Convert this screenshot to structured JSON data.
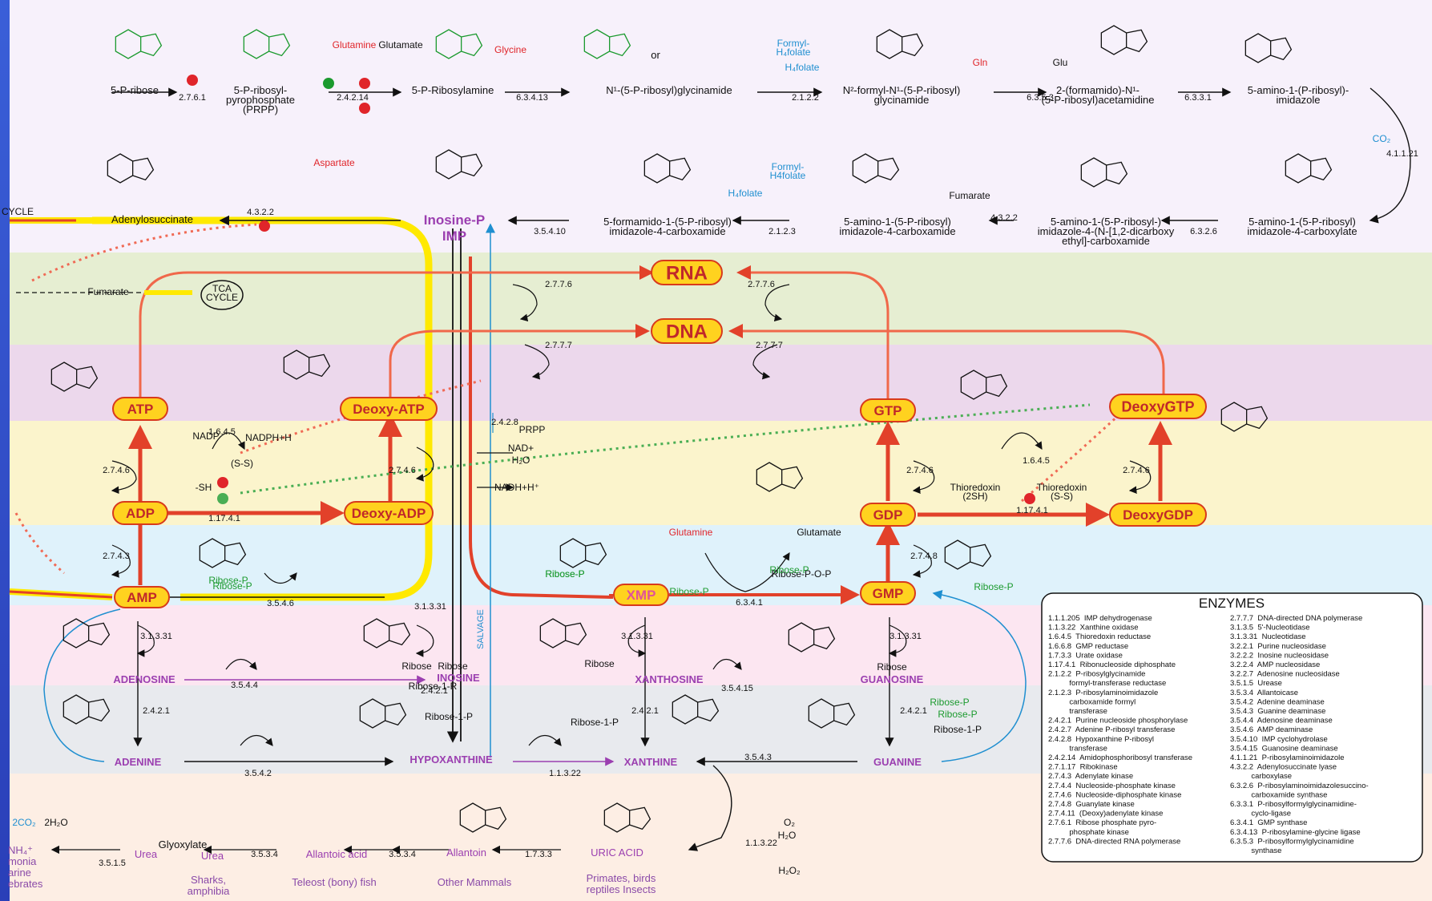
{
  "labels": {
    "top": [
      "5-P-ribose",
      "5-P-ribosyl-\npyrophosphate\n(PRPP)",
      "5-P-Ribosylamine",
      "N¹-(5-P-ribosyl)glycinamide",
      "or",
      "N²-formyl-N¹-(5-P-ribosyl)\nglycinamide",
      "2-(formamido)-N¹-\n(5-P-ribosyl)acetamidine",
      "5-amino-1-(P-ribosyl)-\nimidazole"
    ],
    "mid": [
      "Adenylosuccinate",
      "Inosine-P",
      "IMP",
      "5-formamido-1-(5-P-ribosyl)\nimidazole-4-carboxamide",
      "5-amino-1-(5-P-ribosyl)\nimidazole-4-carboxamide",
      "5-amino-1-(5-P-ribosyl-)\nimidazole-4-(N-[1,2-dicarboxy\nethyl]-carboxamide",
      "5-amino-1-(5-P-ribosyl)\nimidazole-4-carboxylate"
    ],
    "nodes": [
      "RNA",
      "DNA",
      "ATP",
      "Deoxy-ATP",
      "ADP",
      "Deoxy-ADP",
      "AMP",
      "GTP",
      "DeoxyGTP",
      "GDP",
      "DeoxyGDP",
      "GMP",
      "XMP"
    ],
    "purple": [
      "ADENOSINE",
      "INOSINE",
      "XANTHOSINE",
      "GUANOSINE",
      "ADENINE",
      "HYPOXANTHINE",
      "XANTHINE",
      "GUANINE",
      "SALVAGE"
    ],
    "bottom": [
      "Urea",
      "Glyoxylate",
      "Urea",
      "Allantoic acid",
      "Allantoin",
      "URIC ACID"
    ],
    "orgs": [
      "Sharks,\namphibia",
      "Teleost (bony) fish",
      "Other Mammals",
      "Primates, birds\nreptiles  Insects",
      "NH₄⁺\nmonia\narine\nebrates"
    ],
    "misc": [
      "Fumarate",
      "TCA\nCYCLE",
      "CYCLE",
      "Glutamine",
      "Glutamate",
      "Glycine",
      "Aspartate",
      "Fumarate",
      "Gln",
      "Glu",
      "Formyl-\nH₄folate",
      "H₄folate",
      "Formyl-\nH4folate",
      "H₄folate",
      "CO₂",
      "PRPP",
      "NAD+",
      "H₂O",
      "NADH+H⁺",
      "Glutamine",
      "Glutamate",
      "Ribose-1-P",
      "Ribose-1-R",
      "Ribose-1-P",
      "Ribose-1-P",
      "Ribose",
      "Ribose",
      "Ribose",
      "Ribose",
      "2CO₂",
      "2H₂O",
      "O₂",
      "H₂O",
      "H₂O₂",
      "Thioredoxin\n(2SH)",
      "Thioredoxin\n(S-S)",
      "NADP",
      "NADPH+H",
      "(S-S)",
      "-SH",
      "Ribose-P",
      "Ribose-P",
      "Ribose-P",
      "Ribose-P-O-P",
      "Ribose-P",
      "Ribose-P",
      "Ribose-P",
      "Ribose-P",
      "Ribose-P",
      "Ribose-P"
    ]
  },
  "ec_numbers": [
    "2.7.6.1",
    "2.4.2.14",
    "6.3.4.13",
    "2.1.2.2",
    "6.3.5.3",
    "6.3.3.1",
    "4.1.1.21",
    "6.3.2.6",
    "4.3.2.2",
    "2.1.2.3",
    "3.5.4.10",
    "4.3.2.2",
    "2.7.7.6",
    "2.7.7.6",
    "2.7.7.7",
    "2.7.7.7",
    "2.7.4.6",
    "1.6.4.5",
    "1.17.4.1",
    "2.7.4.6",
    "2.7.4.3",
    "3.5.4.6",
    "2.4.2.8",
    "2.7.4.6",
    "1.6.4.5",
    "1.17.4.1",
    "2.7.4.6",
    "2.7.4.8",
    "6.3.4.1",
    "3.1.3.31",
    "3.1.3.31",
    "3.1.3.31",
    "3.1.3.31",
    "3.5.4.4",
    "3.5.4.15",
    "2.4.2.1",
    "2.4.2.1",
    "2.4.2.1",
    "2.4.2.1",
    "3.5.4.2",
    "1.1.3.22",
    "3.5.4.3",
    "1.1.3.22",
    "3.5.1.5",
    "3.5.3.4",
    "3.5.3.4",
    "1.7.3.3"
  ],
  "enzymes_title": "ENZYMES",
  "enzymes_left": [
    "1.1.1.205  IMP dehydrogenase",
    "1.1.3.22  Xanthine oxidase",
    "1.6.4.5  Thioredoxin reductase",
    "1.6.6.8  GMP reductase",
    "1.7.3.3  Urate oxidase",
    "1.17.4.1  Ribonucleoside diphosphate",
    "2.1.2.2  P-ribosylglycinamide",
    "          formyl-transferase reductase",
    "2.1.2.3  P-ribosylaminoimidazole",
    "          carboxamide formyl",
    "          transferase",
    "2.4.2.1  Purine nucleoside phosphorylase",
    "2.4.2.7  Adenine P-ribosyl transferase",
    "2.4.2.8  Hypoxanthine P-ribosyl",
    "          transferase",
    "2.4.2.14  Amidophosphoribosyl transferase",
    "2.7.1.17  Ribokinase",
    "2.7.4.3  Adenylate kinase",
    "2.7.4.4  Nucleoside-phosphate kinase",
    "2.7.4.6  Nucleoside-diphosphate kinase",
    "2.7.4.8  Guanylate kinase",
    "2.7.4.11  (Deoxy)adenylate kinase",
    "2.7.6.1  Ribose phosphate pyro-",
    "          phosphate kinase",
    "2.7.7.6  DNA-directed RNA polymerase"
  ],
  "enzymes_right": [
    "2.7.7.7  DNA-directed DNA polymerase",
    "3.1.3.5  5'-Nucleotidase",
    "3.1.3.31  Nucleotidase",
    "3.2.2.1  Purine nucleosidase",
    "3.2.2.2  Inosine nucleosidase",
    "3.2.2.4  AMP nucleosidase",
    "3.2.2.7  Adenosine nucleosidase",
    "3.5.1.5  Urease",
    "3.5.3.4  Allantoicase",
    "3.5.4.2  Adenine deaminase",
    "3.5.4.3  Guanine deaminase",
    "3.5.4.4  Adenosine deaminase",
    "3.5.4.6  AMP deaminase",
    "3.5.4.10  IMP cyclohydrolase",
    "3.5.4.15  Guanosine deaminase",
    "4.1.1.21  P-ribosylaminoimidazole",
    "4.3.2.2  Adenylosuccinate lyase",
    "          carboxylase",
    "6.3.2.6  P-ribosylaminoimidazolesuccino-",
    "          carboxamide synthase",
    "6.3.3.1  P-ribosylformylglycinamidine-",
    "          cyclo-ligase",
    "6.3.4.1  GMP synthase",
    "6.3.4.13  P-ribosylamine-glycine ligase",
    "6.3.5.3  P-ribosylformylglycinamidine",
    "          synthase"
  ],
  "colors": {
    "node_fill": "#ffd21f",
    "node_stroke": "#d83a1c",
    "node_text": "#c0282a",
    "pathway": "#e2412a",
    "light_path": "#f0684a",
    "salvage": "#1f8fd0",
    "yellow": "#ffe900",
    "purple": "#9b3fb0",
    "green": "#1b9a2e",
    "red": "#e0252a"
  }
}
